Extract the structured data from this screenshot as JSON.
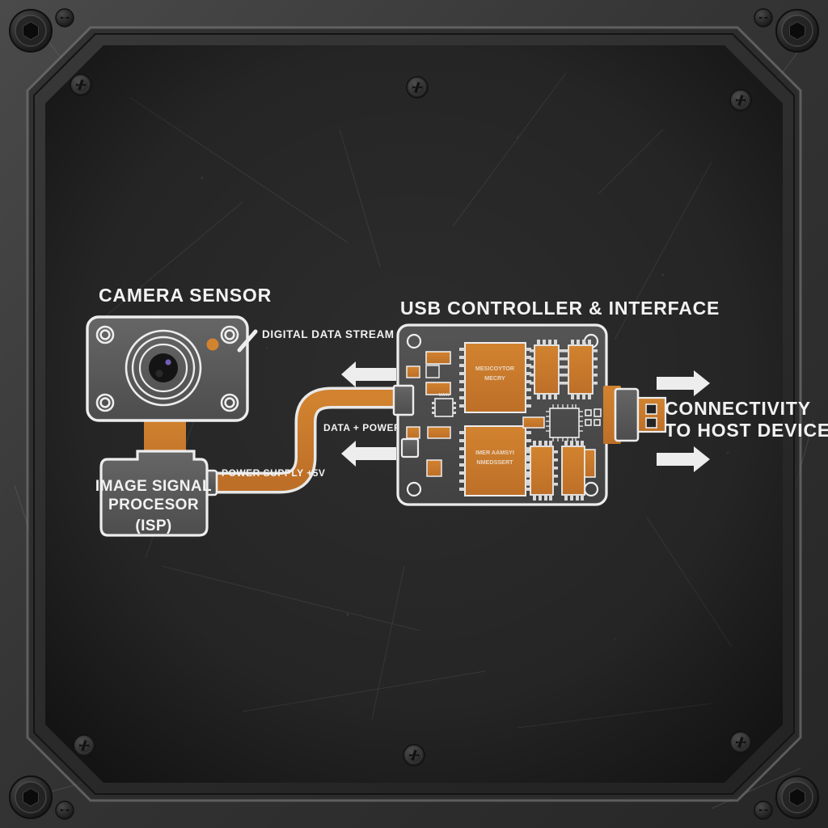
{
  "scene": {
    "title_camera": "CAMERA SENSOR",
    "title_usb": "USB CONTROLLER & INTERFACE"
  },
  "labels": {
    "digital_data_stream": "DIGITAL DATA STREAM",
    "data_power": "DATA + POWER",
    "power_supply": "POWER SUPPLY +5V",
    "connectivity_line1": "CONNECTIVITY",
    "connectivity_line2": "TO HOST DEVICE"
  },
  "isp": {
    "line1": "IMAGE SIGNAL",
    "line2": "PROCESOR",
    "line3": "(ISP)"
  },
  "pcb_chips": {
    "chip_top_line1": "MESICOYTOR",
    "chip_top_line2": "MECRY",
    "chip_bottom_line1": "IMER AAMSYI",
    "chip_bottom_line2": "NMEDSSERT",
    "chip_main_label": "MAIN"
  },
  "colors": {
    "accent_orange": "#c9792f",
    "orange_light": "#d98b3e",
    "panel_bg": "#2f2f2f",
    "frame_metal": "#3a3a3a",
    "board_gray": "#4a4a4a",
    "module_gray": "#5a5a5a",
    "text_white": "#f2f2f2"
  },
  "icons": {
    "camera": "camera-lens-icon",
    "usb": "usb-plug-icon",
    "arrow_left": "arrow-left-icon",
    "arrow_right": "arrow-right-icon",
    "screw": "screw-icon",
    "bolt": "hex-bolt-icon"
  }
}
